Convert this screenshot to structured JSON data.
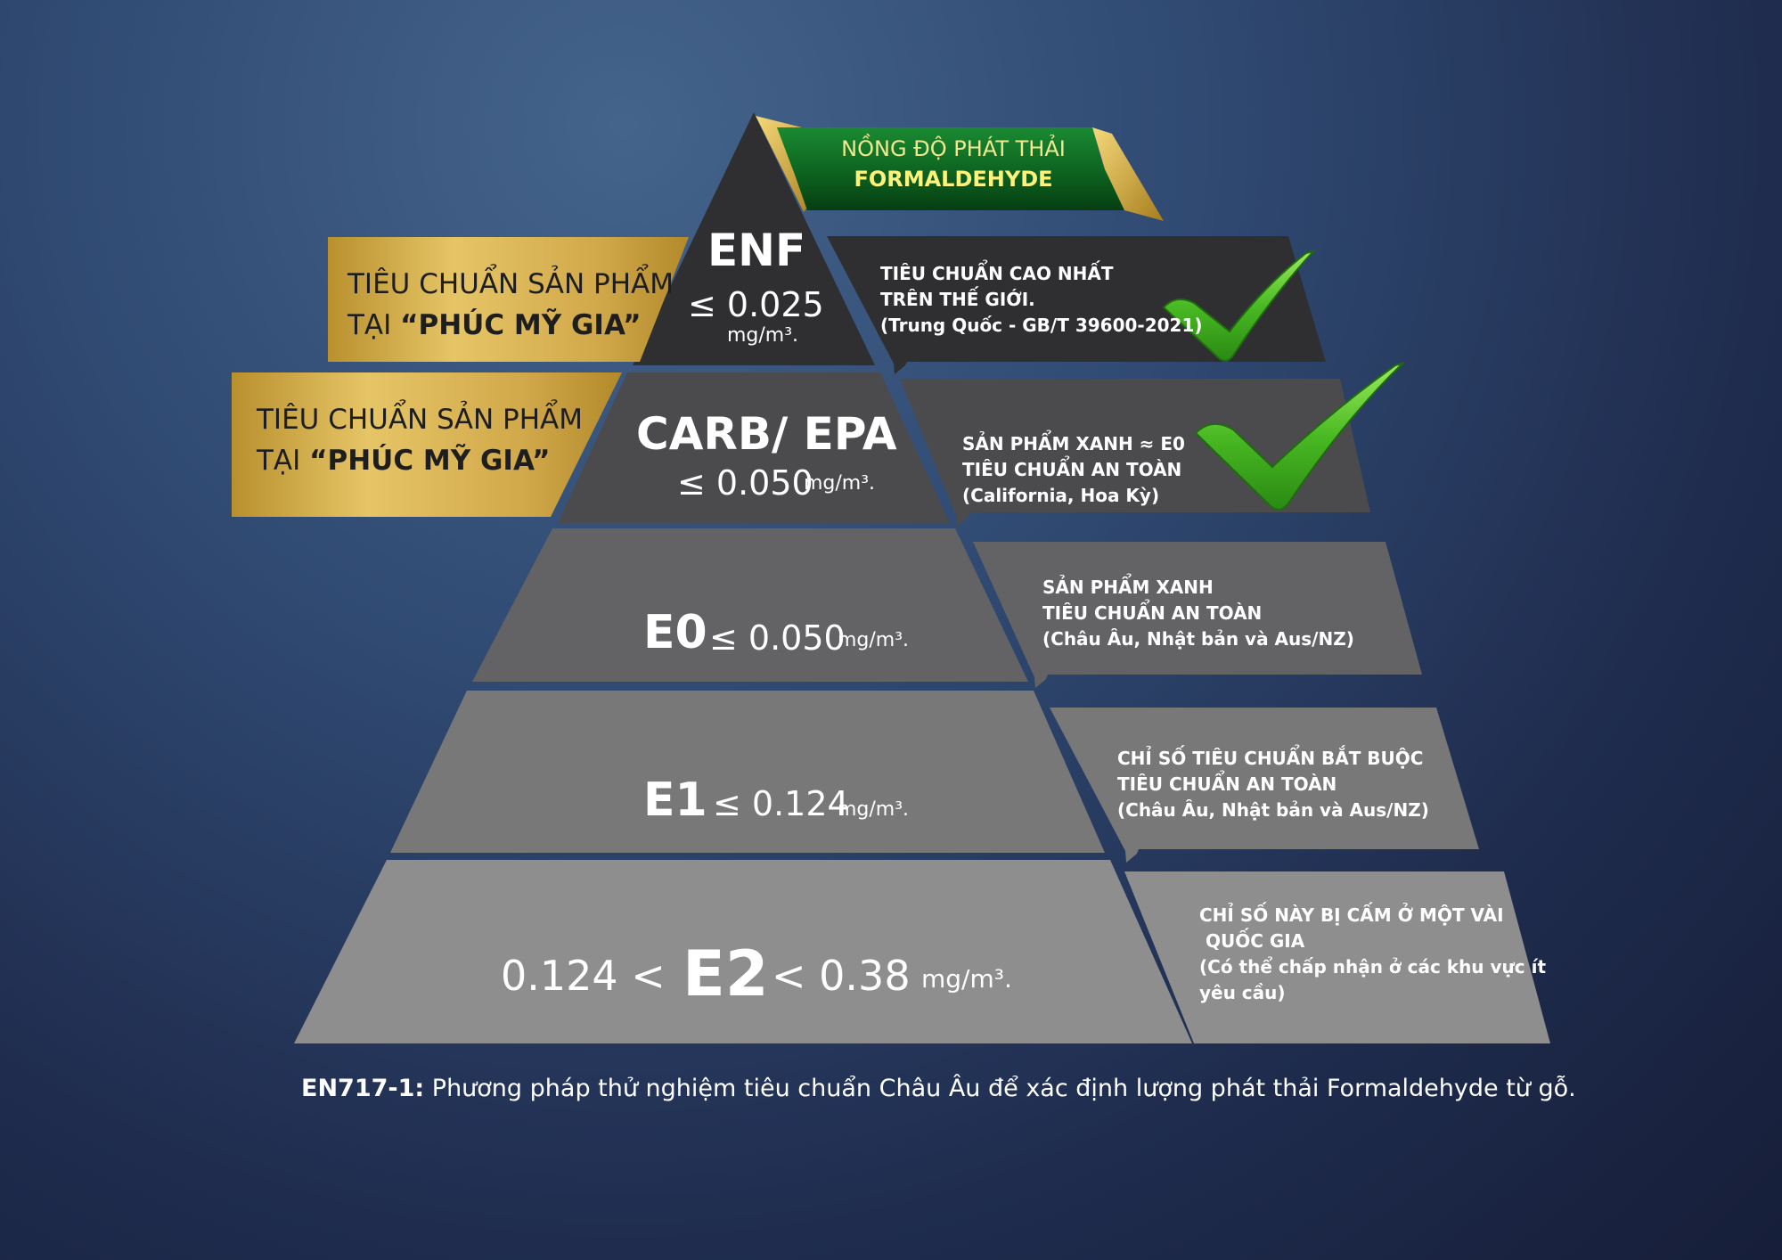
{
  "banner": {
    "line1": "NỒNG ĐỘ PHÁT THẢI",
    "line2": "FORMALDEHYDE"
  },
  "gold_labels": [
    {
      "line1": "TIÊU CHUẨN SẢN PHẨM",
      "line2_prefix": "TẠI ",
      "line2_bold": "“PHÚC MỸ GIA”"
    },
    {
      "line1": "TIÊU CHUẨN SẢN PHẨM",
      "line2_prefix": "TẠI ",
      "line2_bold": "“PHÚC MỸ GIA”"
    }
  ],
  "levels": [
    {
      "grade": "ENF",
      "prefix": "≤ 0.025",
      "unit": "mg/m³."
    },
    {
      "grade": "CARB/ EPA",
      "prefix": "≤ 0.050",
      "unit": "mg/m³."
    },
    {
      "grade": "E0",
      "suffix": "≤ 0.050",
      "unit": "mg/m³."
    },
    {
      "grade": "E1",
      "suffix": "≤ 0.124",
      "unit": "mg/m³."
    },
    {
      "grade": "E2",
      "prefix": "0.124 <",
      "suffix": "< 0.38",
      "unit": "mg/m³."
    }
  ],
  "descriptions": [
    {
      "lines": [
        "TIÊU CHUẨN CAO NHẤT",
        "TRÊN THẾ GIỚI.",
        "(Trung Quốc - GB/T 39600-2021)"
      ],
      "check": true
    },
    {
      "lines": [
        "SẢN PHẨM XANH ≈ E0",
        "TIÊU CHUẨN AN TOÀN",
        "(California, Hoa Kỳ)"
      ],
      "check": true
    },
    {
      "lines": [
        "SẢN PHẨM XANH",
        "TIÊU CHUẨN AN TOÀN",
        "(Châu Âu, Nhật bản và Aus/NZ)"
      ],
      "check": false
    },
    {
      "lines": [
        "CHỈ SỐ TIÊU CHUẨN BẮT BUỘC",
        "TIÊU CHUẨN AN TOÀN",
        "(Châu Âu, Nhật bản và Aus/NZ)"
      ],
      "check": false
    },
    {
      "lines": [
        "CHỈ SỐ NÀY BỊ CẤM Ở MỘT VÀI",
        " QUỐC GIA",
        "(Có thể chấp nhận ở các khu vực ít",
        "yêu cầu)"
      ],
      "check": false
    }
  ],
  "footer": {
    "bold": "EN717-1:",
    "text": " Phương pháp thử nghiệm tiêu chuẩn Châu Âu để xác định lượng phát thải Formaldehyde từ gỗ."
  },
  "colors": {
    "tier1": "#2f2f31",
    "tier2": "#4b4b4d",
    "tier3": "#636365",
    "tier4": "#787879",
    "tier5": "#8e8e8f",
    "gold": "#d7b04a",
    "banner_green": "#0f6a24",
    "banner_text": "#fff27a",
    "check_green": "#4cc02a"
  }
}
